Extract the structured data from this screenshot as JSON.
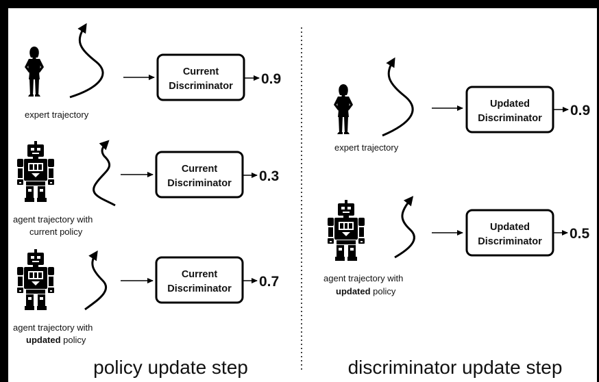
{
  "sections": {
    "left": {
      "title": "policy update step",
      "rows": [
        {
          "caption": [
            "expert trajectory"
          ],
          "box": [
            "Current",
            "Discriminator"
          ],
          "score": "0.9",
          "agent": "human"
        },
        {
          "caption": [
            "agent trajectory with",
            "current policy"
          ],
          "box": [
            "Current",
            "Discriminator"
          ],
          "score": "0.3",
          "agent": "robot"
        },
        {
          "caption": [
            "agent trajectory with",
            "updated policy"
          ],
          "box": [
            "Current",
            "Discriminator"
          ],
          "score": "0.7",
          "agent": "robot"
        }
      ]
    },
    "right": {
      "title": "discriminator update step",
      "rows": [
        {
          "caption": [
            "expert trajectory"
          ],
          "box": [
            "Updated",
            "Discriminator"
          ],
          "score": "0.9",
          "agent": "human"
        },
        {
          "caption": [
            "agent trajectory with",
            "updated policy"
          ],
          "box": [
            "Updated",
            "Discriminator"
          ],
          "score": "0.5",
          "agent": "robot"
        }
      ]
    }
  },
  "emphasis": "updated",
  "colors": {
    "ink": "#000000",
    "background": "#ffffff"
  }
}
